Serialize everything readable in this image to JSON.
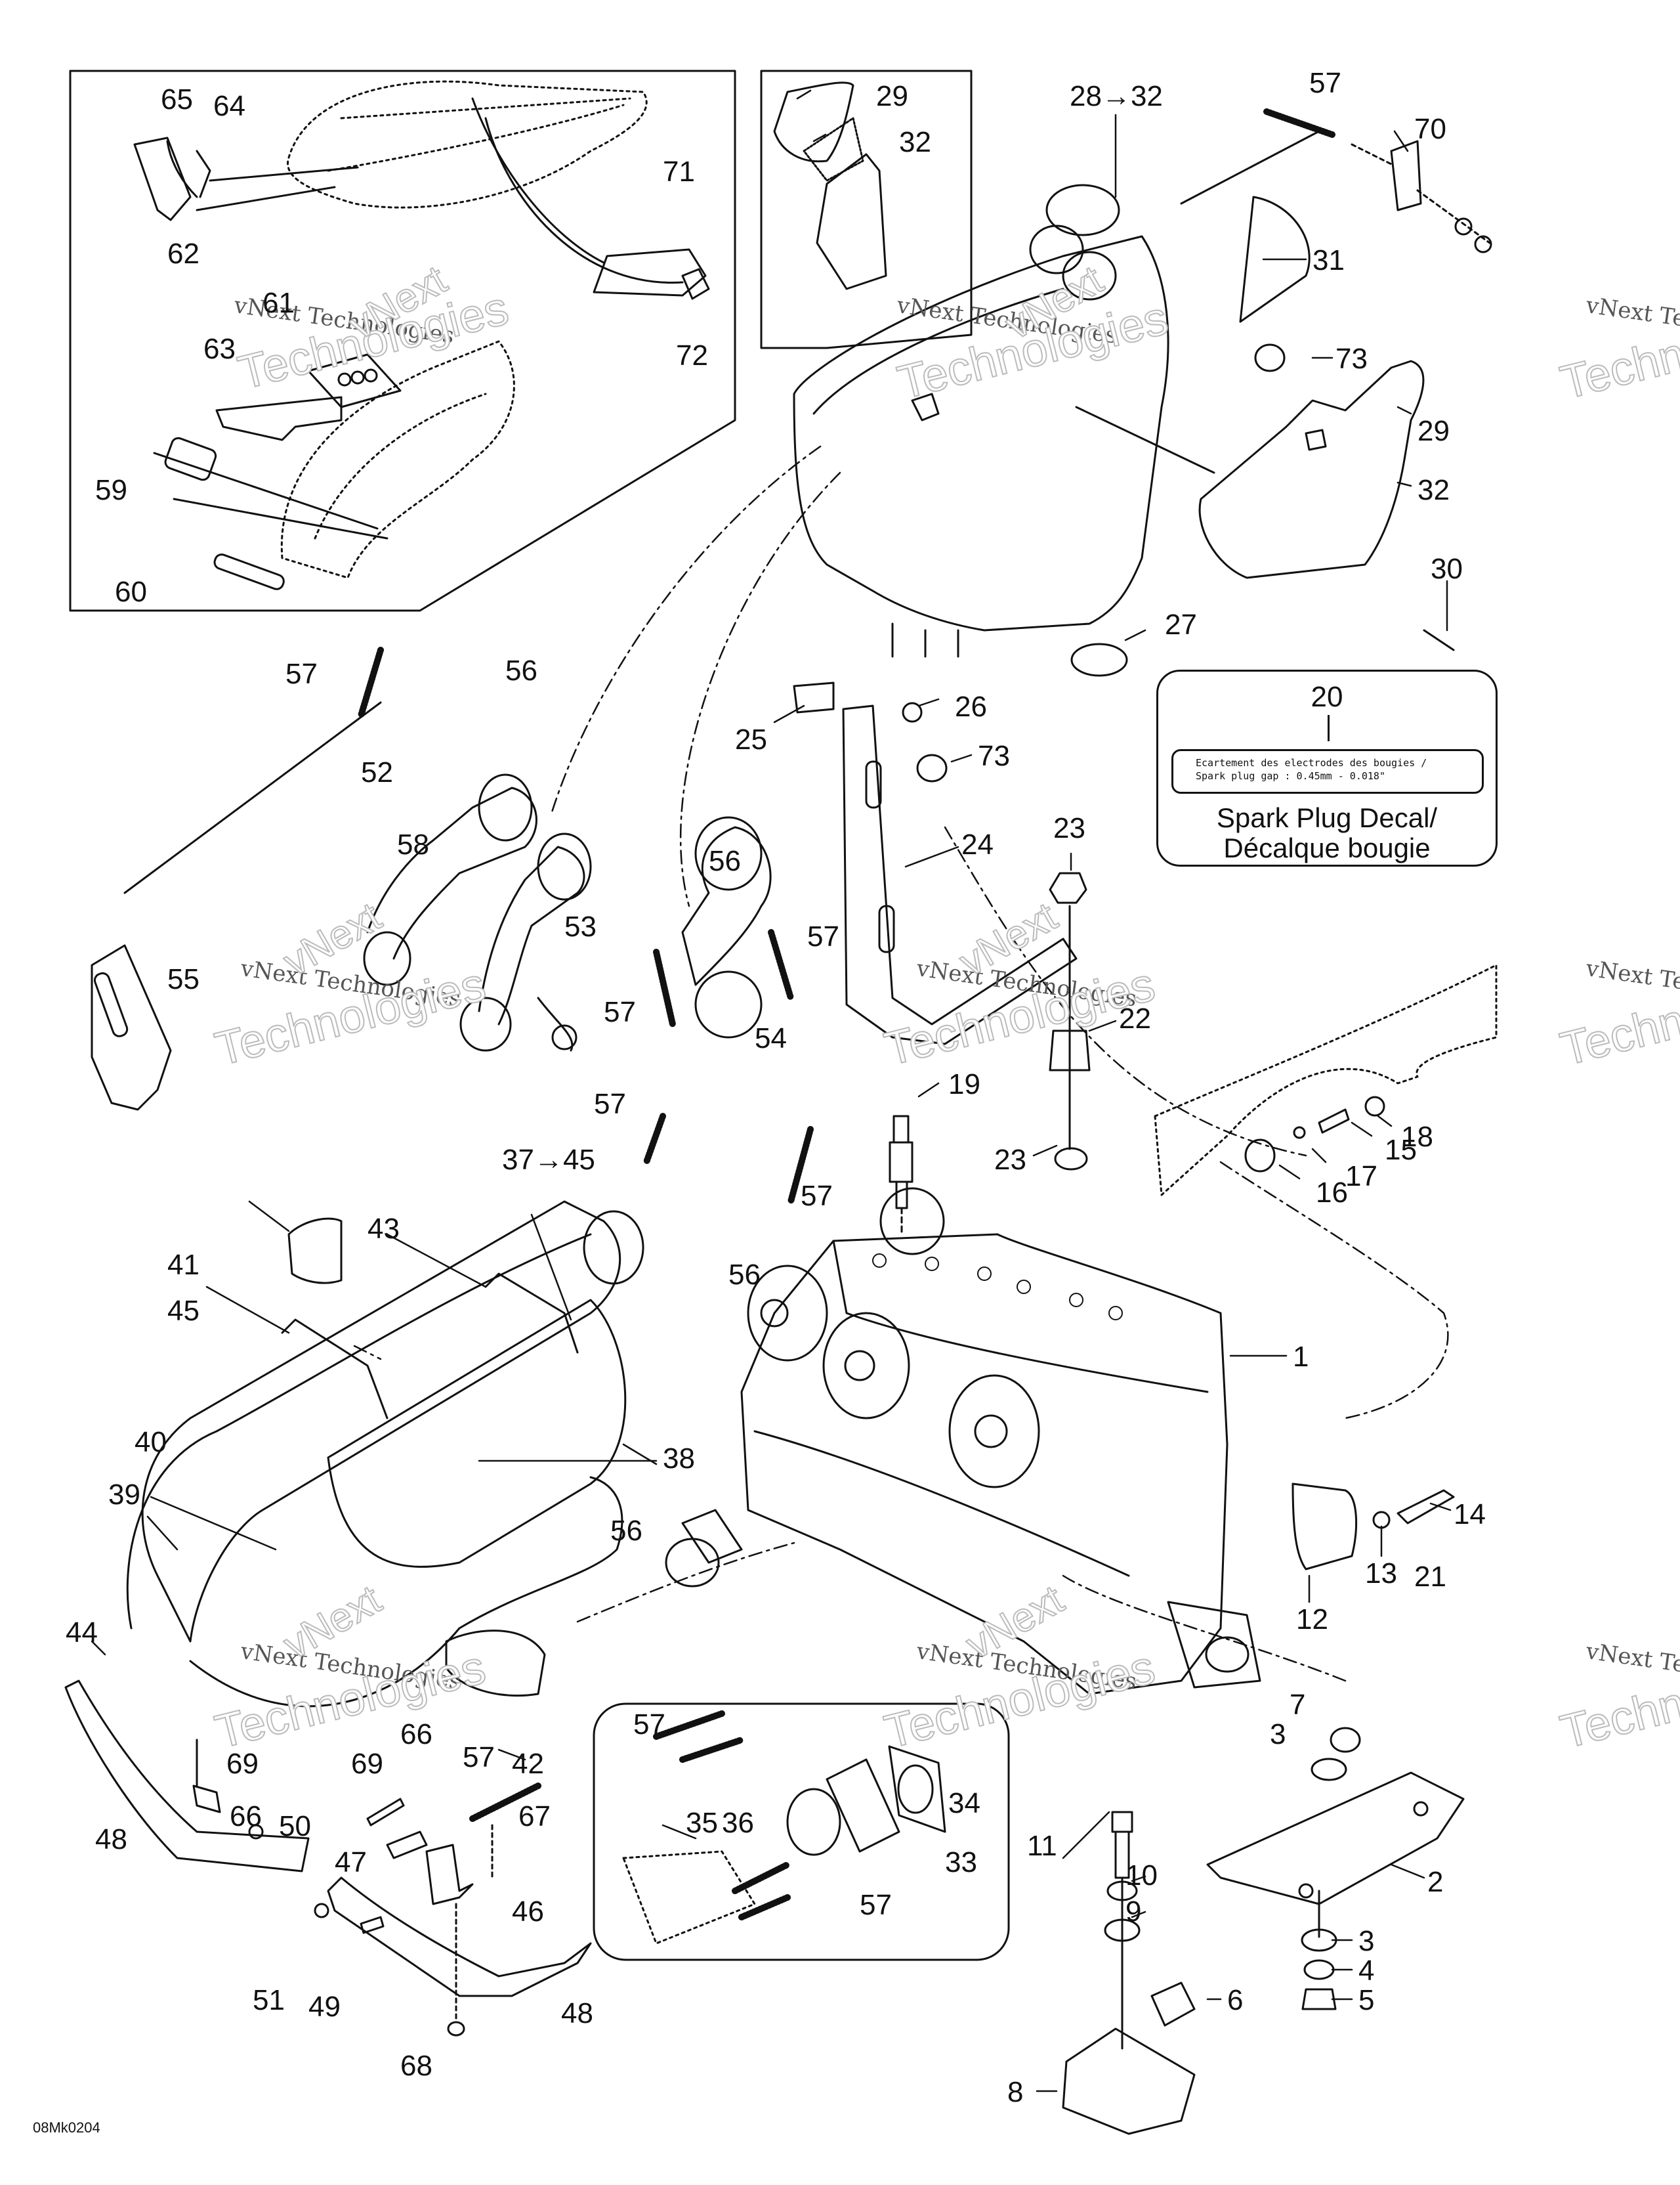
{
  "diagram": {
    "title": "Engine and Exhaust System Exploded Parts Diagram",
    "reference_code": "08Mk0204",
    "watermarks": {
      "line1": "vNext Technologies",
      "line2": "Technologies",
      "line3": "vNext"
    },
    "decal": {
      "callout": "20",
      "plate_line1": "Ecartement des electrodes des bougies /",
      "plate_line2": "Spark plug gap :   0.45mm - 0.018\"",
      "caption_line1": "Spark Plug Decal/",
      "caption_line2": "Décalque bougie"
    },
    "callouts": [
      {
        "id": "c1",
        "text": "1"
      },
      {
        "id": "c2",
        "text": "2"
      },
      {
        "id": "c3a",
        "text": "3"
      },
      {
        "id": "c3b",
        "text": "3"
      },
      {
        "id": "c4",
        "text": "4"
      },
      {
        "id": "c5",
        "text": "5"
      },
      {
        "id": "c6",
        "text": "6"
      },
      {
        "id": "c7",
        "text": "7"
      },
      {
        "id": "c8",
        "text": "8"
      },
      {
        "id": "c9",
        "text": "9"
      },
      {
        "id": "c10",
        "text": "10"
      },
      {
        "id": "c11",
        "text": "11"
      },
      {
        "id": "c12",
        "text": "12"
      },
      {
        "id": "c13",
        "text": "13"
      },
      {
        "id": "c14",
        "text": "14"
      },
      {
        "id": "c15",
        "text": "15"
      },
      {
        "id": "c16",
        "text": "16"
      },
      {
        "id": "c17",
        "text": "17"
      },
      {
        "id": "c18",
        "text": "18"
      },
      {
        "id": "c19",
        "text": "19"
      },
      {
        "id": "c21",
        "text": "21"
      },
      {
        "id": "c22",
        "text": "22"
      },
      {
        "id": "c23a",
        "text": "23"
      },
      {
        "id": "c23b",
        "text": "23"
      },
      {
        "id": "c24",
        "text": "24"
      },
      {
        "id": "c25",
        "text": "25"
      },
      {
        "id": "c26",
        "text": "26"
      },
      {
        "id": "c27",
        "text": "27"
      },
      {
        "id": "c28",
        "text": "28→32"
      },
      {
        "id": "c29a",
        "text": "29"
      },
      {
        "id": "c29b",
        "text": "29"
      },
      {
        "id": "c30",
        "text": "30"
      },
      {
        "id": "c31",
        "text": "31"
      },
      {
        "id": "c32a",
        "text": "32"
      },
      {
        "id": "c32b",
        "text": "32"
      },
      {
        "id": "c33",
        "text": "33"
      },
      {
        "id": "c34",
        "text": "34"
      },
      {
        "id": "c35",
        "text": "35"
      },
      {
        "id": "c36",
        "text": "36"
      },
      {
        "id": "c37",
        "text": "37→45"
      },
      {
        "id": "c38",
        "text": "38"
      },
      {
        "id": "c39",
        "text": "39"
      },
      {
        "id": "c40",
        "text": "40"
      },
      {
        "id": "c41",
        "text": "41"
      },
      {
        "id": "c42",
        "text": "42"
      },
      {
        "id": "c43",
        "text": "43"
      },
      {
        "id": "c44",
        "text": "44"
      },
      {
        "id": "c45",
        "text": "45"
      },
      {
        "id": "c46",
        "text": "46"
      },
      {
        "id": "c47",
        "text": "47"
      },
      {
        "id": "c48a",
        "text": "48"
      },
      {
        "id": "c48b",
        "text": "48"
      },
      {
        "id": "c49",
        "text": "49"
      },
      {
        "id": "c50",
        "text": "50"
      },
      {
        "id": "c51",
        "text": "51"
      },
      {
        "id": "c52",
        "text": "52"
      },
      {
        "id": "c53",
        "text": "53"
      },
      {
        "id": "c54",
        "text": "54"
      },
      {
        "id": "c55",
        "text": "55"
      },
      {
        "id": "c56a",
        "text": "56"
      },
      {
        "id": "c56b",
        "text": "56"
      },
      {
        "id": "c56c",
        "text": "56"
      },
      {
        "id": "c56d",
        "text": "56"
      },
      {
        "id": "c57a",
        "text": "57"
      },
      {
        "id": "c57b",
        "text": "57"
      },
      {
        "id": "c57c",
        "text": "57"
      },
      {
        "id": "c57d",
        "text": "57"
      },
      {
        "id": "c57e",
        "text": "57"
      },
      {
        "id": "c57f",
        "text": "57"
      },
      {
        "id": "c57g",
        "text": "57"
      },
      {
        "id": "c57h",
        "text": "57"
      },
      {
        "id": "c57i",
        "text": "57"
      },
      {
        "id": "c58",
        "text": "58"
      },
      {
        "id": "c59",
        "text": "59"
      },
      {
        "id": "c60",
        "text": "60"
      },
      {
        "id": "c61",
        "text": "61"
      },
      {
        "id": "c62",
        "text": "62"
      },
      {
        "id": "c63",
        "text": "63"
      },
      {
        "id": "c64",
        "text": "64"
      },
      {
        "id": "c65",
        "text": "65"
      },
      {
        "id": "c66a",
        "text": "66"
      },
      {
        "id": "c66b",
        "text": "66"
      },
      {
        "id": "c67",
        "text": "67"
      },
      {
        "id": "c68",
        "text": "68"
      },
      {
        "id": "c69a",
        "text": "69"
      },
      {
        "id": "c69b",
        "text": "69"
      },
      {
        "id": "c70",
        "text": "70"
      },
      {
        "id": "c71",
        "text": "71"
      },
      {
        "id": "c72",
        "text": "72"
      },
      {
        "id": "c73a",
        "text": "73"
      },
      {
        "id": "c73b",
        "text": "73"
      }
    ]
  }
}
